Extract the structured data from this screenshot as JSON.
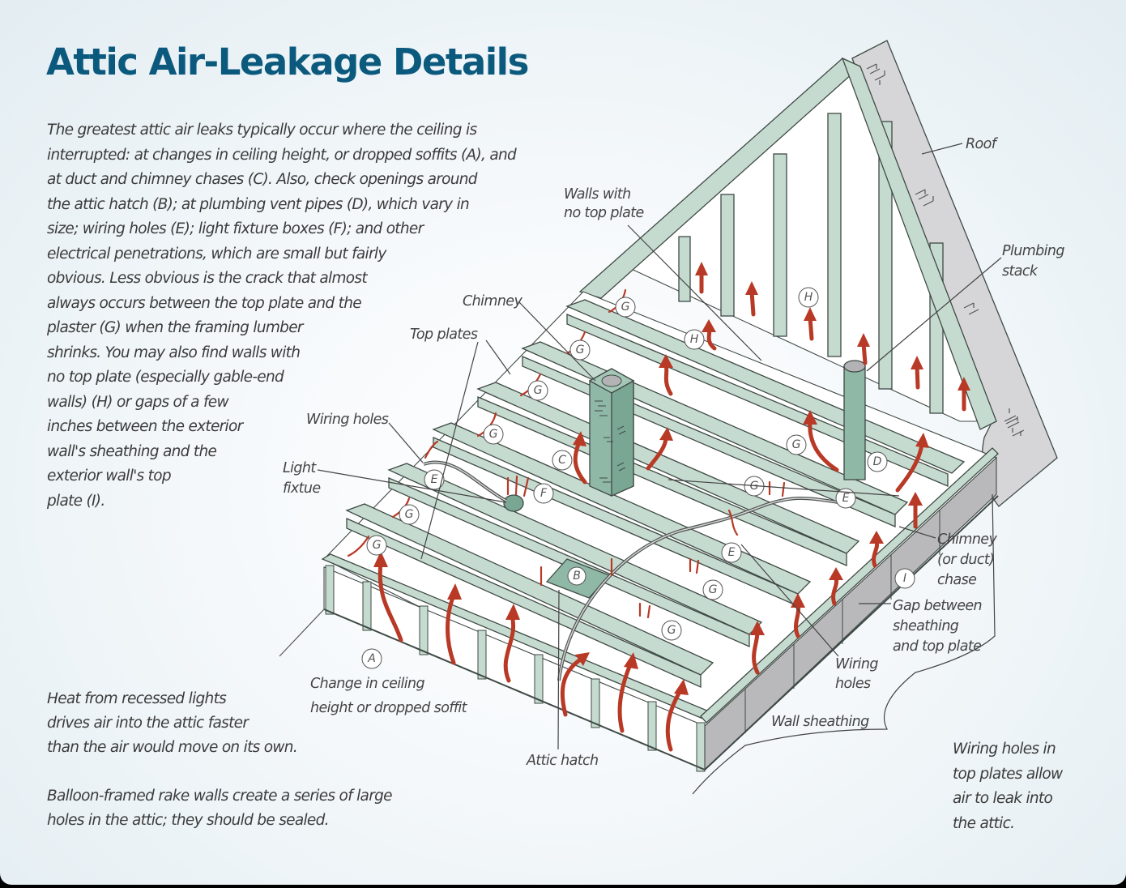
{
  "title": "Attic Air-Leakage Details",
  "intro_lines": [
    "The greatest attic air leaks typically occur where the ceiling is",
    "interrupted: at changes in ceiling height, or dropped soffits (A), and",
    "at duct and chimney chases (C). Also, check openings around",
    "the attic hatch (B); at plumbing vent pipes (D), which vary in",
    "size; wiring holes (E); light fixture boxes (F); and other",
    "electrical penetrations, which are small but fairly",
    "obvious. Less obvious is the crack that almost",
    "always occurs between the top plate and the",
    "plaster (G) when the framing lumber",
    "shrinks. You may also find walls with",
    "no top plate (especially gable-end",
    "walls) (H) or gaps of a few",
    "inches between the exterior",
    "wall's sheathing and the",
    "exterior wall's top",
    "plate (I)."
  ],
  "notes": {
    "heat_lines": [
      "Heat from recessed lights",
      "drives air into the attic faster",
      "than the air would move on its own."
    ],
    "balloon_lines": [
      "Balloon-framed rake walls create a series of large",
      "holes in the attic; they should be sealed."
    ],
    "wiring_lines": [
      "Wiring holes in",
      "top plates allow",
      "air to leak into",
      "the attic."
    ]
  },
  "labels": {
    "roof": "Roof",
    "walls_no_top_plate": [
      "Walls with",
      "no top plate"
    ],
    "plumbing_stack": [
      "Plumbing",
      "stack"
    ],
    "chimney": "Chimney",
    "top_plates": "Top plates",
    "wiring_holes_left": "Wiring holes",
    "light_fixture": [
      "Light",
      "fixtue"
    ],
    "chimney_chase": [
      "Chimney",
      "(or duct)",
      "chase"
    ],
    "gap": [
      "Gap between",
      "sheathing",
      "and top plate"
    ],
    "wiring_holes_right": [
      "Wiring",
      "holes"
    ],
    "wall_sheathing": "Wall sheathing",
    "change_ceiling": [
      "Change in ceiling",
      "height or dropped soffit"
    ],
    "attic_hatch": "Attic hatch"
  },
  "markers": {
    "A": "A",
    "B": "B",
    "C": "C",
    "D": "D",
    "E": "E",
    "F": "F",
    "G": "G",
    "H": "H",
    "I": "I"
  },
  "colors": {
    "title": "#0b5a7e",
    "framing": "#c6dbd0",
    "chimney": "#8fb8a6",
    "roof": "#d6d6d8",
    "air_arrow": "#b83a26",
    "text": "#3b3b3b"
  }
}
